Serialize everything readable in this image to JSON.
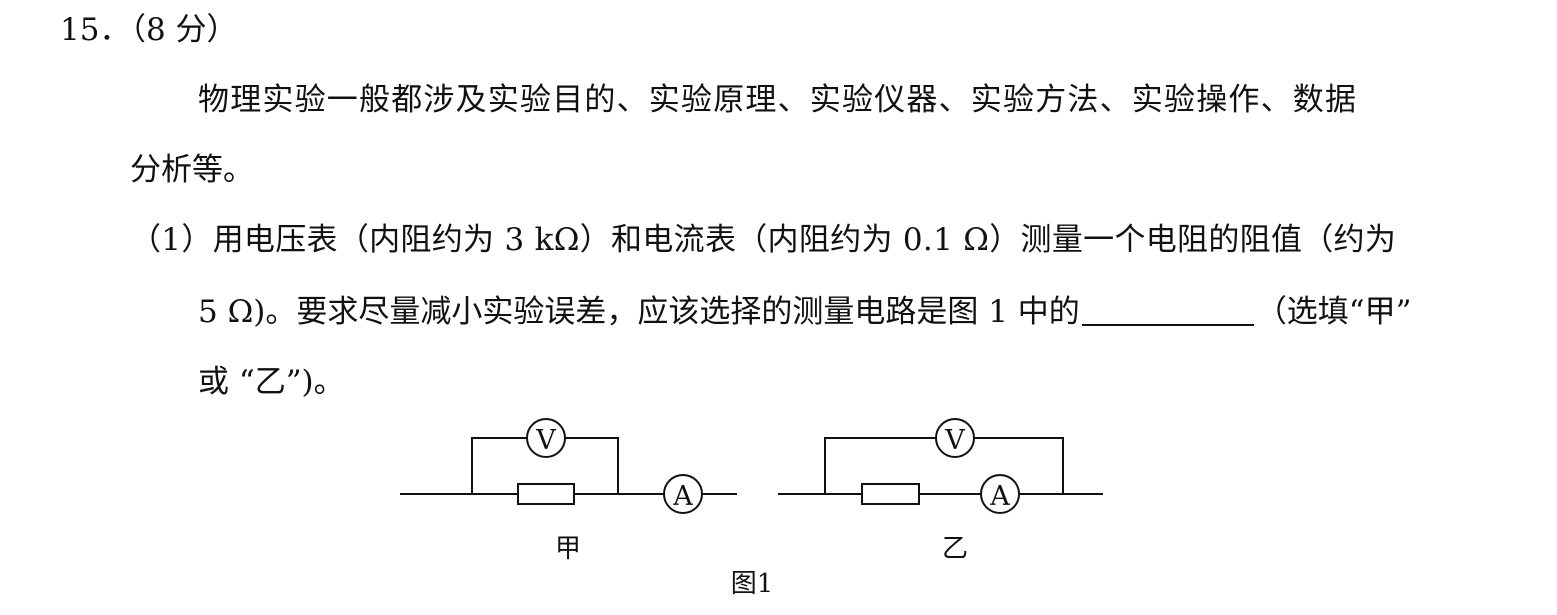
{
  "question": {
    "number_label": "15．（8 分）",
    "intro_line1": "物理实验一般都涉及实验目的、实验原理、实验仪器、实验方法、实验操作、数据",
    "intro_line2": "分析等。",
    "part1": {
      "line1": "（1）用电压表（内阻约为 3 kΩ）和电流表（内阻约为 0.1 Ω）测量一个电阻的阻值（约为",
      "line2_before_blank": "5 Ω)。要求尽量减小实验误差，应该选择的测量电路是图 1 中的",
      "line2_after_blank": "（选填“甲”",
      "line3": "或 “乙”)。"
    }
  },
  "figure": {
    "caption": "图1",
    "circuit_jia": {
      "label": "甲",
      "voltmeter": "V",
      "ammeter": "A"
    },
    "circuit_yi": {
      "label": "乙",
      "voltmeter": "V",
      "ammeter": "A"
    }
  }
}
